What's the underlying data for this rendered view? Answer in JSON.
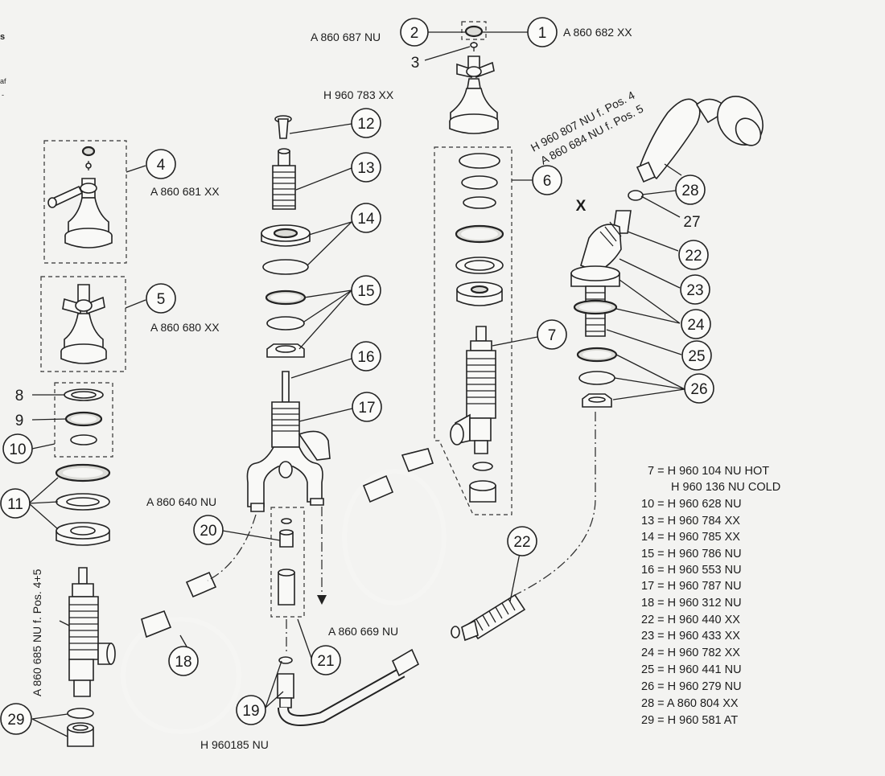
{
  "callouts": {
    "c1": "1",
    "c2": "2",
    "c3": "3",
    "c4": "4",
    "c5": "5",
    "c6": "6",
    "c7": "7",
    "c8": "8",
    "c9": "9",
    "c10": "10",
    "c11": "11",
    "c12": "12",
    "c13": "13",
    "c14": "14",
    "c15": "15",
    "c16": "16",
    "c17": "17",
    "c18": "18",
    "c19": "19",
    "c20": "20",
    "c21": "21",
    "c22": "22",
    "c22b": "22",
    "c23": "23",
    "c24": "24",
    "c25": "25",
    "c26": "26",
    "c27": "27",
    "c28": "28",
    "c29": "29",
    "x": "X"
  },
  "codes": {
    "a860682": "A 860 682 XX",
    "a860687": "A 860 687 NU",
    "h960783": "H 960 783 XX",
    "a860681": "A 860 681 XX",
    "a860680": "A 860 680 XX",
    "h960807": "H 960 807 NU f. Pos. 4",
    "a860684": "A 860 684 NU f. Pos. 5",
    "a860640": "A 860 640 NU",
    "a860669": "A 860 669 NU",
    "h960185": "H 960185 NU",
    "a860685": "A 860 685 NU f. Pos. 4+5"
  },
  "edge_text": {
    "a": "s",
    "b": "af",
    "c": "-"
  },
  "parts_list": [
    "7 = H 960 104 NU HOT",
    "H 960 136 NU COLD",
    "10 = H 960 628 NU",
    "13 = H 960 784 XX",
    "14 = H 960 785 XX",
    "15 = H 960 786 NU",
    "16 = H 960 553 NU",
    "17 = H 960 787 NU",
    "18 = H 960 312 NU",
    "22 = H 960 440 XX",
    "23 = H 960 433 XX",
    "24 = H 960 782 XX",
    "25 = H 960 441 NU",
    "26 = H 960 279 NU",
    "28 = A 860 804 XX",
    "29 = H 960 581 AT"
  ]
}
